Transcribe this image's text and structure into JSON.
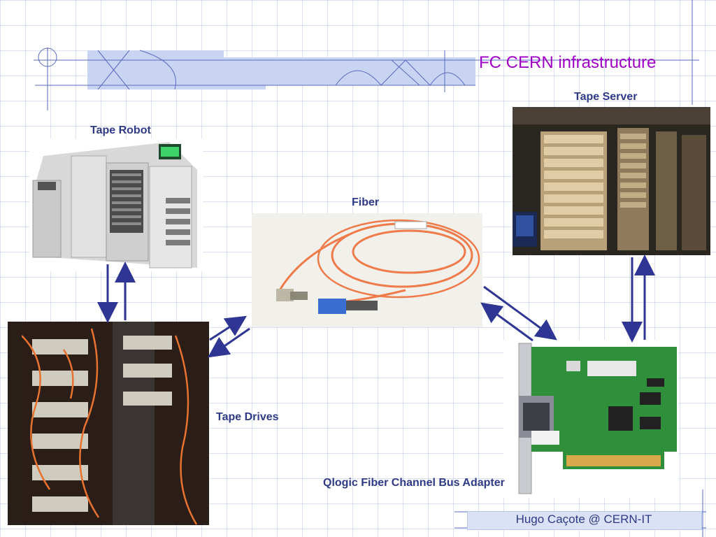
{
  "slide": {
    "title": "FC CERN infrastructure",
    "footer": "Hugo Caçote @ CERN-IT"
  },
  "labels": {
    "tape_robot": "Tape Robot",
    "tape_server": "Tape Server",
    "fiber": "Fiber",
    "tape_drives": "Tape Drives",
    "adapter": "Qlogic Fiber Channel Bus Adapter"
  },
  "colors": {
    "title": "#a100c6",
    "label": "#2e3a86",
    "arrow": "#2f3592",
    "grid": "#96aad7"
  }
}
